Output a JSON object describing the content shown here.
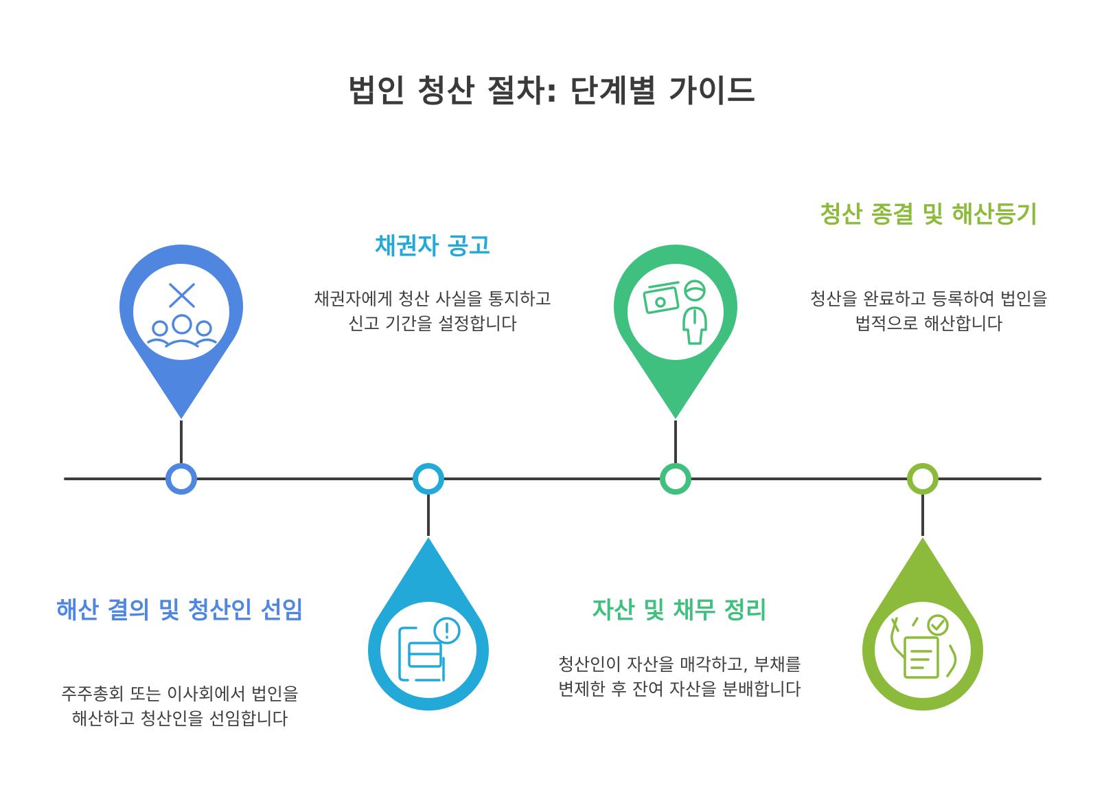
{
  "title": "법인 청산 절차: 단계별 가이드",
  "colors": {
    "step1": "#4f86e0",
    "step2": "#22a9d8",
    "step3": "#3fc07e",
    "step4": "#8cba3a",
    "line": "#3d3d3d",
    "text": "#3f3f3f"
  },
  "steps": [
    {
      "title": "해산 결의 및 청산인 선임",
      "description": "주주총회 또는 이사회에서 법인을 해산하고 청산인을 선임합니다",
      "icon": "people-vote-icon",
      "marker_direction": "up"
    },
    {
      "title": "채권자 공고",
      "description": "채권자에게 청산 사실을 통지하고 신고 기간을 설정합니다",
      "icon": "notice-document-icon",
      "marker_direction": "down"
    },
    {
      "title": "자산 및 채무 정리",
      "description": "청산인이 자산을 매각하고, 부채를 변제한 후 잔여 자산을 분배합니다",
      "icon": "person-money-icon",
      "marker_direction": "up"
    },
    {
      "title": "청산 종결 및 해산등기",
      "description": "청산을 완료하고 등록하여 법인을 법적으로 해산합니다",
      "icon": "registration-checklist-icon",
      "marker_direction": "down"
    }
  ]
}
